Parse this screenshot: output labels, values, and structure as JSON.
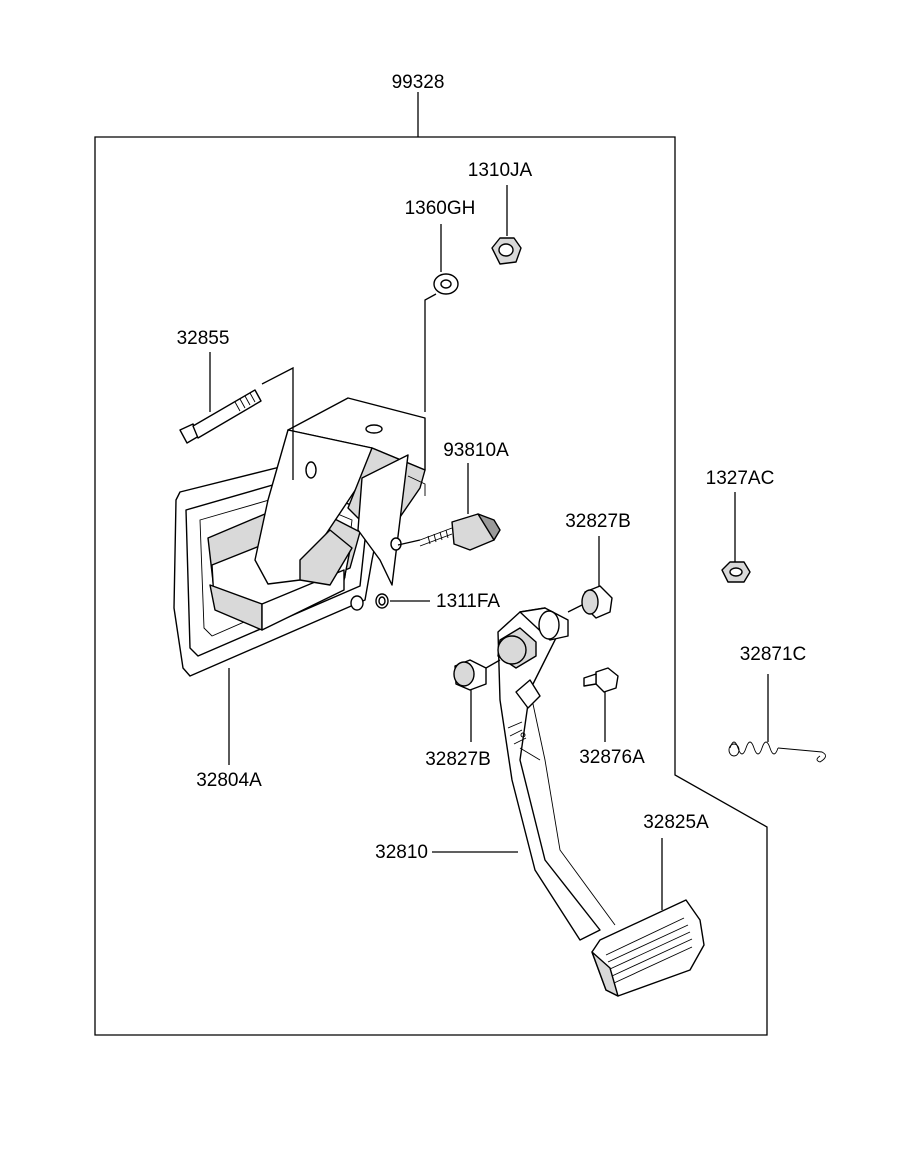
{
  "diagram": {
    "group_label": "99328",
    "parts": {
      "nut_1310JA": "1310JA",
      "washer_1360GH": "1360GH",
      "bolt_32855": "32855",
      "switch_93810A": "93810A",
      "bushing_32827B_upper": "32827B",
      "nut_1327AC": "1327AC",
      "washer_1311FA": "1311FA",
      "spring_32871C": "32871C",
      "bushing_32827B_lower": "32827B",
      "stopper_32876A": "32876A",
      "bracket_32804A": "32804A",
      "pad_32825A": "32825A",
      "pedal_arm_32810": "32810"
    }
  }
}
